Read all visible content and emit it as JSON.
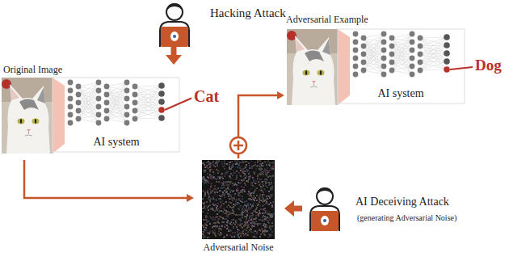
{
  "diagram": {
    "nodes": [
      {
        "text": [
          "Hacking Attack"
        ]
      },
      {
        "text": [
          "Original Image",
          "AI system"
        ]
      },
      {
        "text": [
          "Adversarial Noise"
        ]
      },
      {
        "text": [
          "Adversarial Example",
          "AI system"
        ]
      },
      {
        "text": [
          "AI Deceiving Attack",
          "(generating Adversarial Noise)"
        ]
      }
    ],
    "edges": [
      {
        "from": 0,
        "to": 1,
        "arrow": "to"
      },
      {
        "from": 1,
        "to": 2,
        "arrow": "to"
      },
      {
        "from": 2,
        "to": 3,
        "arrow": "to"
      },
      {
        "from": 4,
        "to": 2,
        "arrow": "to"
      }
    ],
    "labels": [
      "Cat",
      "Dog"
    ]
  }
}
